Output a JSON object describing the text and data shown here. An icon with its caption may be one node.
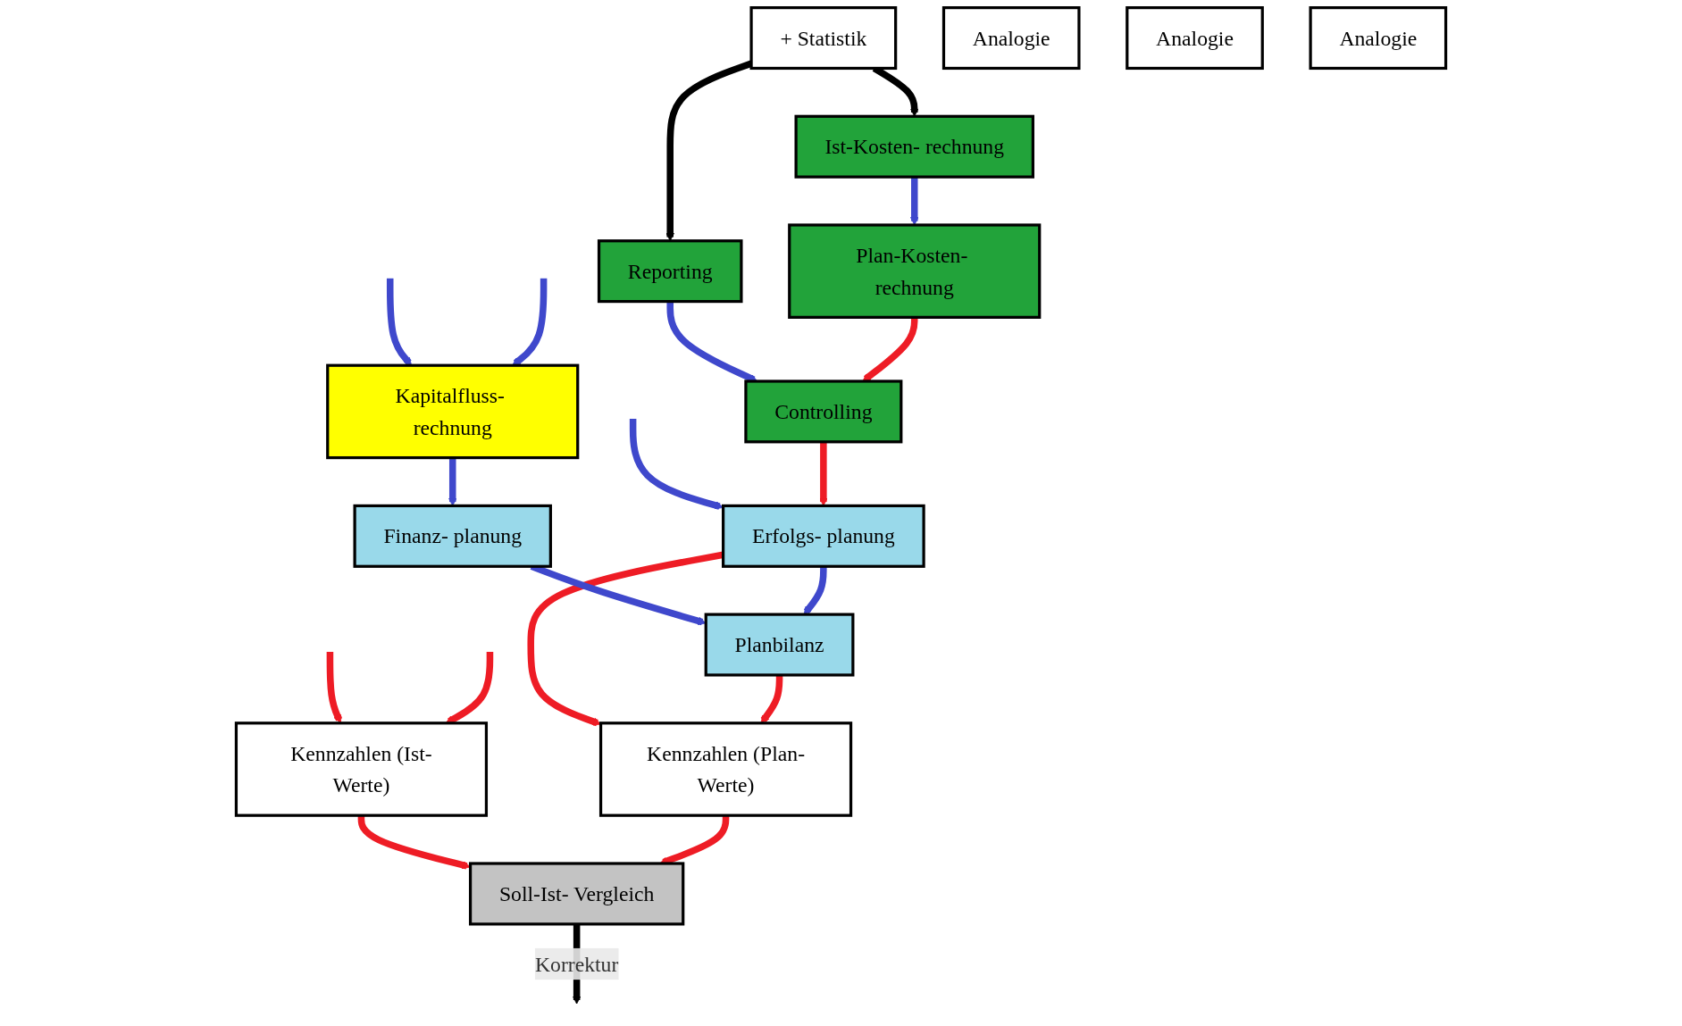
{
  "diagram": {
    "nodes": [
      {
        "text": [
          "+ Statistik"
        ]
      },
      {
        "text": [
          "Kennzahlen (Ist-Werte)"
        ]
      },
      {
        "text": [
          "Reporting"
        ]
      },
      {
        "text": [
          "Ist-Kosten- rechnung"
        ]
      },
      {
        "text": [
          "Kapitalfluss- rechnung"
        ]
      },
      {
        "text": [
          "Soll-Ist- Vergleich"
        ]
      },
      {
        "text": [
          "Controlling"
        ]
      },
      {
        "text": [
          "Plan-Kosten- rechnung"
        ]
      },
      {
        "text": [
          "Finanz- planung"
        ]
      },
      {
        "text": [
          "Erfolgs- planung"
        ]
      },
      {
        "text": [
          "Kennzahlen (Plan-Werte)"
        ]
      },
      {
        "text": [
          "Planbilanz"
        ]
      },
      {
        "text": [
          "Analogie"
        ]
      },
      {
        "text": [
          "Analogie"
        ]
      },
      {
        "text": [
          "Analogie"
        ]
      }
    ],
    "edges": [
      {
        "from": 0,
        "to": 2,
        "arrow": "to",
        "color": "#000000"
      },
      {
        "from": 0,
        "to": 3,
        "arrow": "to",
        "color": "#000000"
      },
      {
        "from": null,
        "to": 1,
        "arrow": "to",
        "color": "#ee1c25"
      },
      {
        "from": null,
        "to": 1,
        "arrow": "to",
        "color": "#ee1c25"
      },
      {
        "from": 1,
        "to": 5,
        "arrow": "to",
        "color": "#ee1c25"
      },
      {
        "from": null,
        "to": 4,
        "arrow": "to",
        "color": "#3f48cc"
      },
      {
        "from": null,
        "to": 4,
        "arrow": "to",
        "color": "#3f48cc"
      },
      {
        "from": 2,
        "to": 6,
        "arrow": "to",
        "color": "#3f48cc"
      },
      {
        "from": 3,
        "to": 7,
        "arrow": "to",
        "color": "#3f48cc"
      },
      {
        "from": 5,
        "to": null,
        "label": "Korrektur",
        "arrow": "to",
        "color": "#000000"
      },
      {
        "from": null,
        "to": 9,
        "arrow": "to",
        "color": "#3f48cc"
      },
      {
        "from": 4,
        "to": 8,
        "arrow": "to",
        "color": "#3f48cc"
      },
      {
        "from": 7,
        "to": 6,
        "arrow": "to",
        "color": "#ee1c25"
      },
      {
        "from": 6,
        "to": 9,
        "arrow": "to",
        "color": "#ee1c25"
      },
      {
        "from": 9,
        "to": 10,
        "arrow": "to",
        "color": "#ee1c25"
      },
      {
        "from": 8,
        "to": 11,
        "arrow": "to",
        "color": "#3f48cc"
      },
      {
        "from": 9,
        "to": 11,
        "arrow": "to",
        "color": "#3f48cc"
      },
      {
        "from": 11,
        "to": 10,
        "arrow": "to",
        "color": "#ee1c25"
      },
      {
        "from": 10,
        "to": 5,
        "arrow": "to",
        "color": "#ee1c25"
      }
    ]
  }
}
